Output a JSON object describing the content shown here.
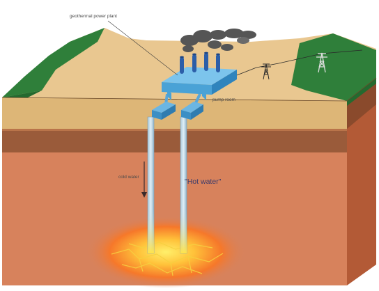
{
  "labels": {
    "power_plant": "geothermal power plant",
    "pump_room": "pump room",
    "cold_water": "cold water",
    "hot_water": "\"Hot water\""
  },
  "colors": {
    "surface_sand": "#e9c790",
    "grass": "#2f7f3a",
    "topsoil": "#9a5b3a",
    "rock": "#d7825c",
    "rock_side": "#b35a36",
    "plant_blue": "#4aa2d6",
    "magma_core": "#ffe44a",
    "magma_outer": "#f26a1f"
  },
  "icons": [
    "smoke-icon",
    "power-tower-icon",
    "down-arrow-icon"
  ]
}
